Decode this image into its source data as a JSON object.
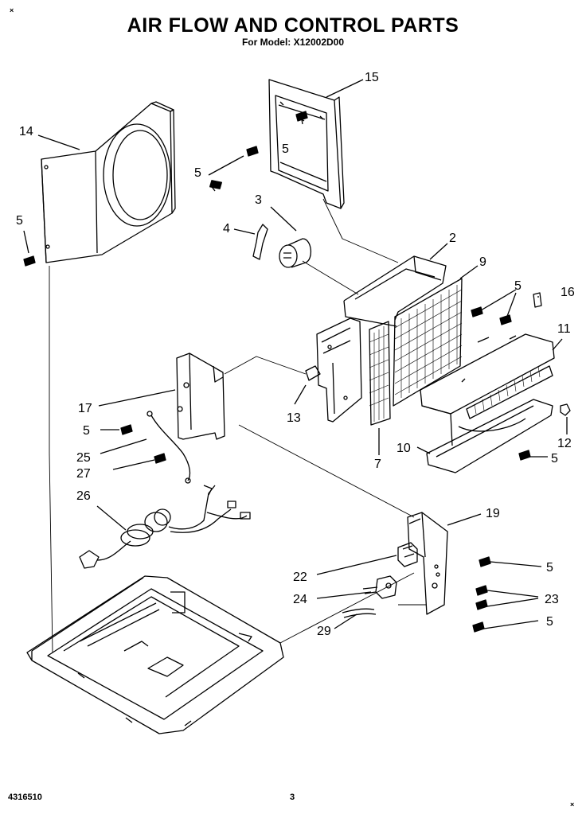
{
  "header": {
    "title": "AIR FLOW AND CONTROL PARTS",
    "subtitle": "For Model: X12002D00",
    "corner_mark": "×"
  },
  "footer": {
    "doc_number": "4316510",
    "page_number": "3",
    "corner_mark": "×"
  },
  "callouts": [
    "15",
    "14",
    "5",
    "5",
    "5",
    "3",
    "4",
    "2",
    "9",
    "5",
    "16",
    "11",
    "17",
    "13",
    "12",
    "5",
    "25",
    "27",
    "10",
    "7",
    "5",
    "26",
    "19",
    "22",
    "5",
    "24",
    "23",
    "29",
    "5"
  ]
}
